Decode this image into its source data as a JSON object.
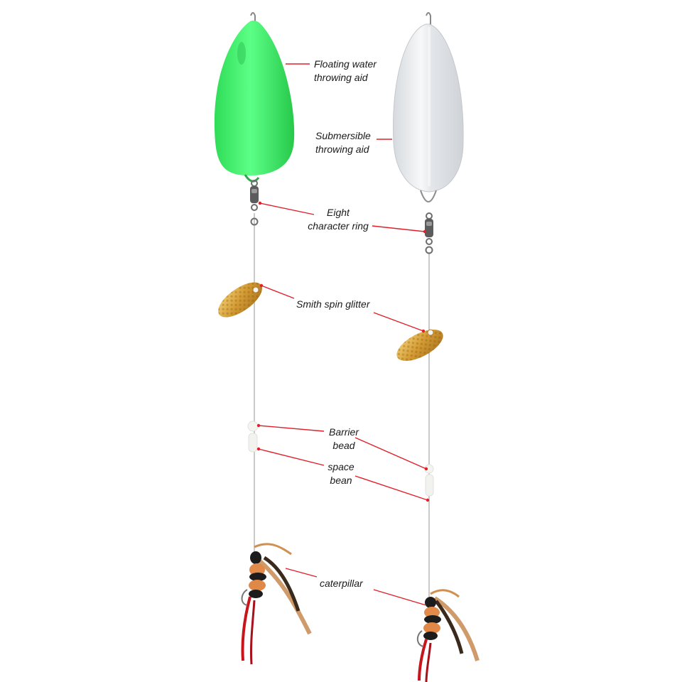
{
  "labels": {
    "floating_line1": "Floating water",
    "floating_line2": "throwing aid",
    "submersible_line1": "Submersible",
    "submersible_line2": "throwing aid",
    "eight_line1": "Eight",
    "eight_line2": "character ring",
    "spin": "Smith spin glitter",
    "barrier_line1": "Barrier",
    "barrier_line2": "bead",
    "space_line1": "space",
    "space_line2": "bean",
    "caterpillar": "caterpillar"
  },
  "colors": {
    "leader_line": "#e0202a",
    "float_green": "#3df06a",
    "float_clear": "#e9ecef",
    "spinner_gold": "#d9a53a",
    "line": "#b8b8b8"
  },
  "icons": [
    "floating-float-icon",
    "submersible-float-icon",
    "swivel-icon",
    "spinner-blade-icon",
    "bead-icon",
    "fly-lure-icon"
  ]
}
